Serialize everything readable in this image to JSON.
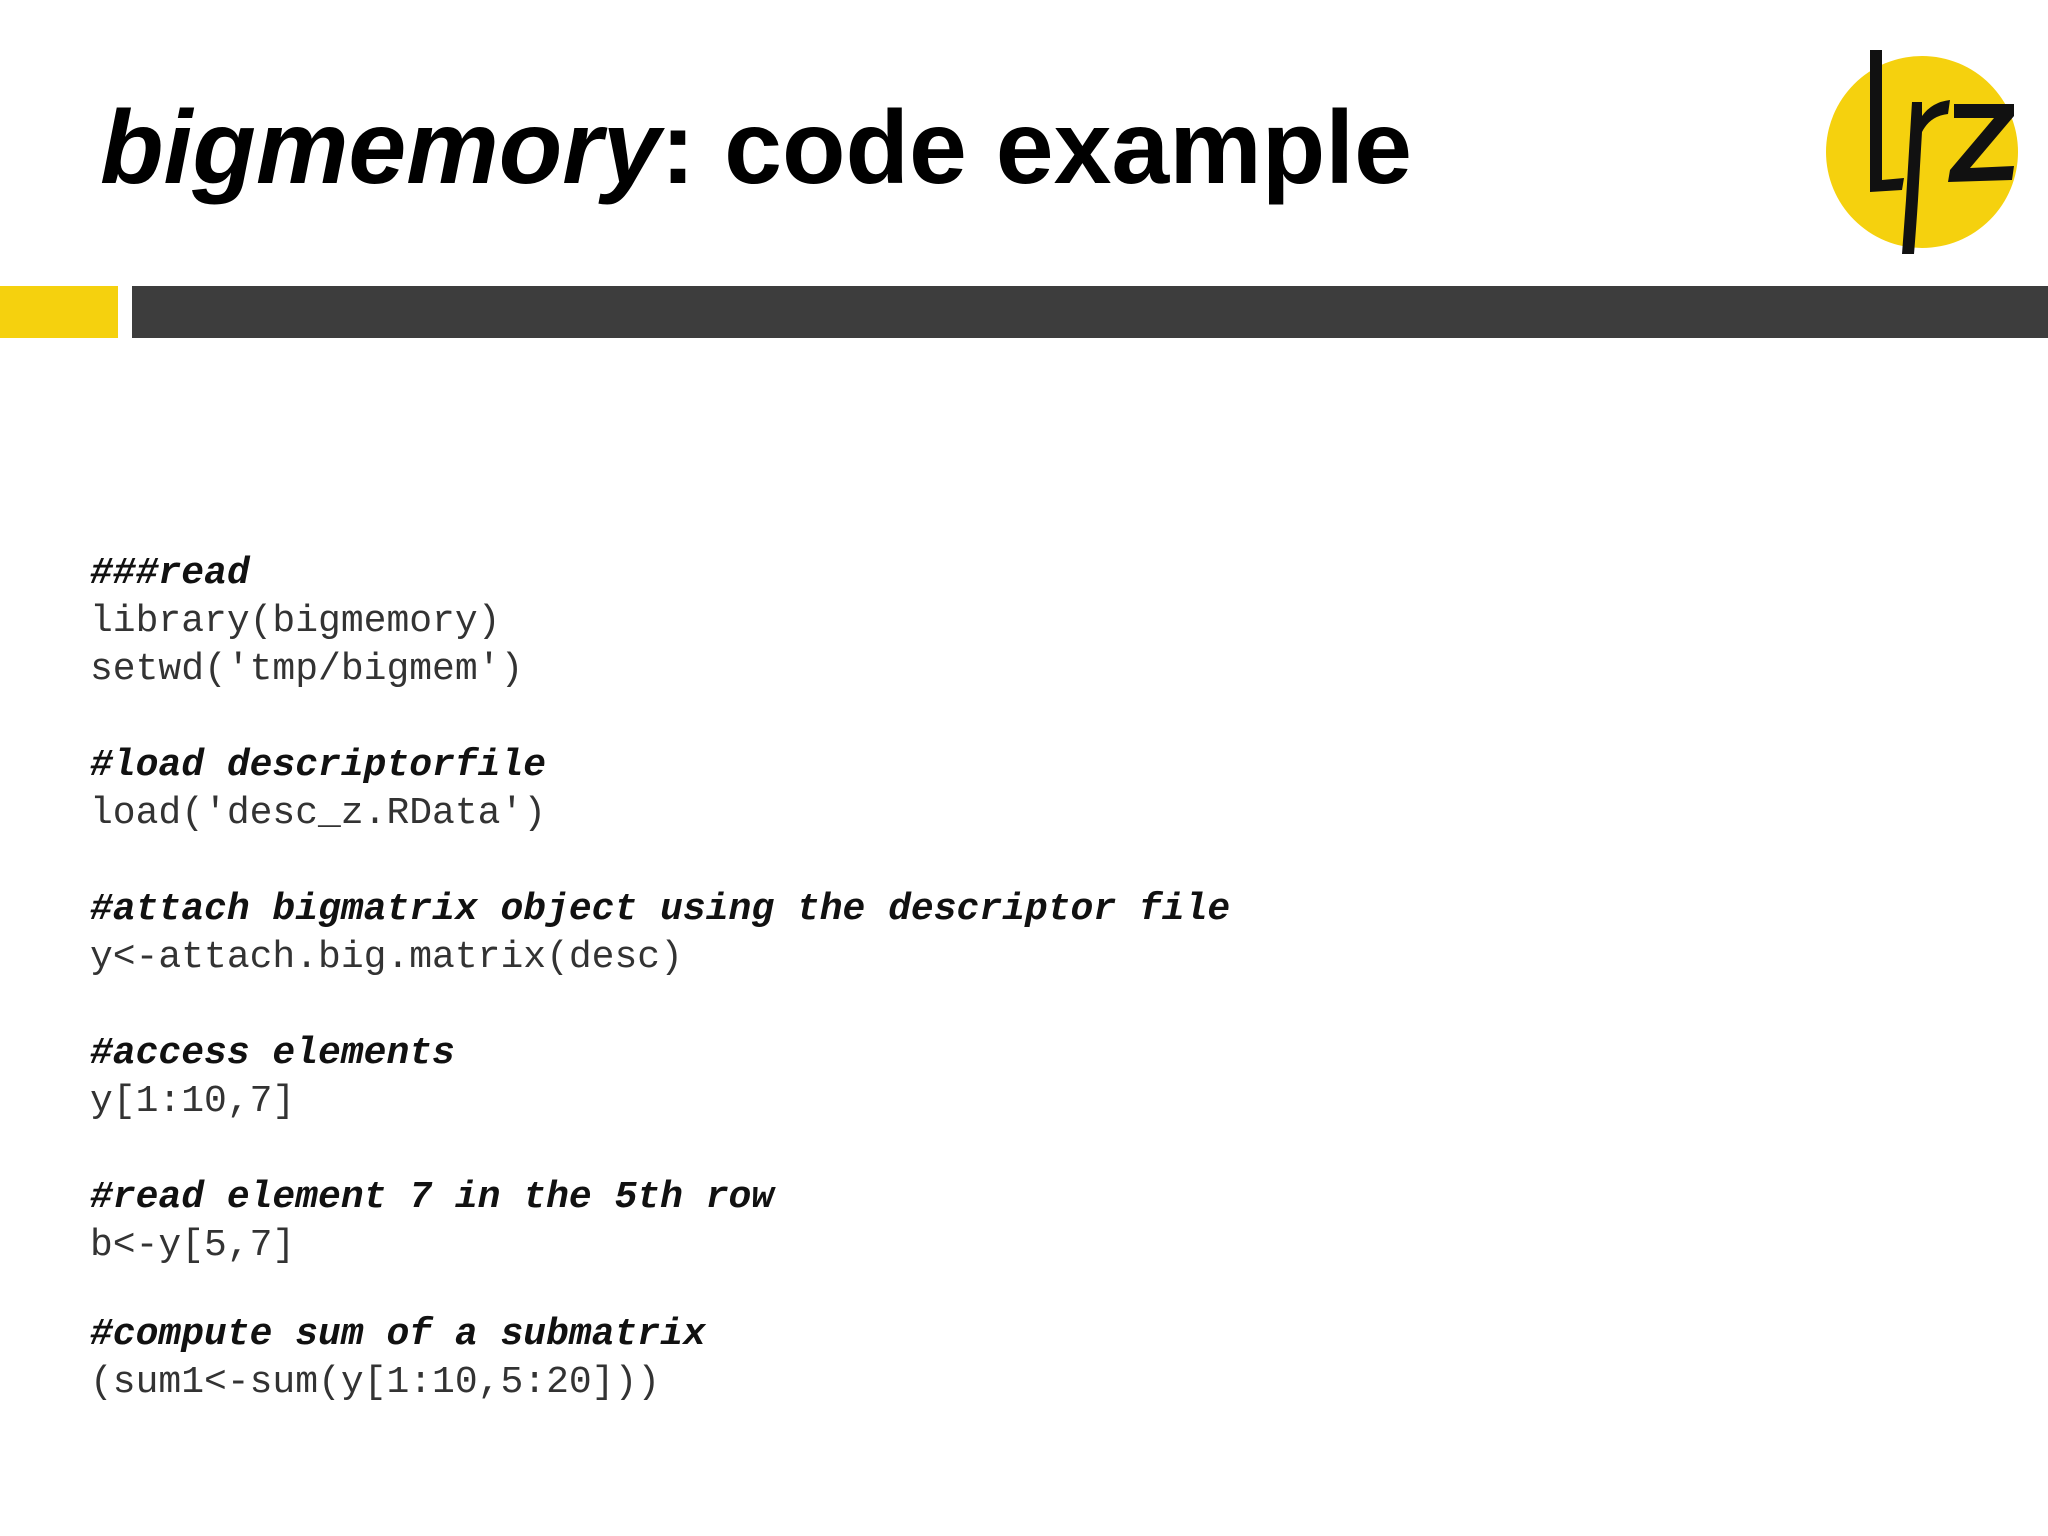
{
  "title": {
    "italic_part": "bigmemory",
    "rest": ": code example"
  },
  "logo": {
    "icon": "lrz-logo-icon",
    "text": "lrz",
    "colors": {
      "circle": "#f5d10e",
      "glyph": "#111111"
    }
  },
  "colors": {
    "accent": "#f5d10e",
    "bar": "#3d3d3d",
    "code_text": "#333333"
  },
  "code_blocks": [
    {
      "comment": "###read",
      "lines": [
        "library(bigmemory)",
        "setwd('tmp/bigmem')"
      ]
    },
    {
      "comment": "#load descriptorfile",
      "lines": [
        "load('desc_z.RData')"
      ]
    },
    {
      "comment": "#attach bigmatrix object using the descriptor file",
      "lines": [
        "y<-attach.big.matrix(desc)"
      ]
    },
    {
      "comment": "#access elements",
      "lines": [
        "y[1:10,7]"
      ]
    },
    {
      "comment": "#read element 7 in the 5th row",
      "lines": [
        "b<-y[5,7]"
      ]
    },
    {
      "comment": "#compute sum of a submatrix",
      "lines": [
        "(sum1<-sum(y[1:10,5:20]))"
      ]
    }
  ]
}
